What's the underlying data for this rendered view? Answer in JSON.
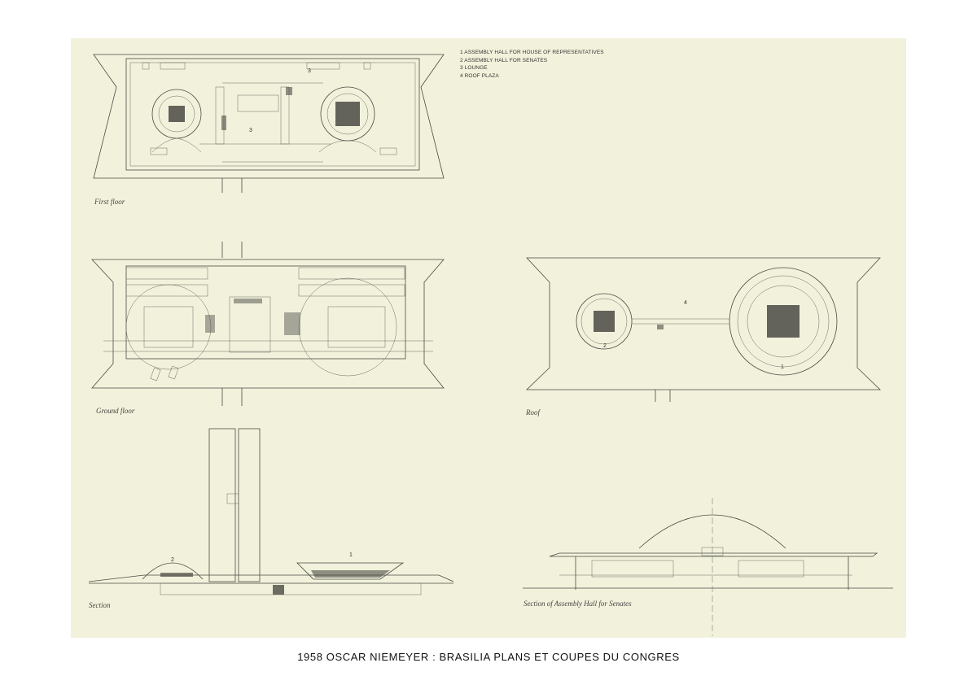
{
  "legend": [
    "1   ASSEMBLY HALL FOR HOUSE OF REPRESENTATIVES",
    "2   ASSEMBLY HALL FOR SENATES",
    "3   LOUNGE",
    "4   ROOF PLAZA"
  ],
  "captions": {
    "first_floor": "First floor",
    "ground_floor": "Ground floor",
    "roof": "Roof",
    "section": "Section",
    "section_senate": "Section of Assembly Hall for Senates"
  },
  "labels": {
    "ff_3a": "3",
    "ff_3b": "3",
    "roof_4": "4",
    "roof_2": "2",
    "roof_1": "1",
    "sec_2": "2",
    "sec_1": "1"
  },
  "footer": "1958 OSCAR NIEMEYER :   BRASILIA PLANS ET COUPES DU CONGRES"
}
